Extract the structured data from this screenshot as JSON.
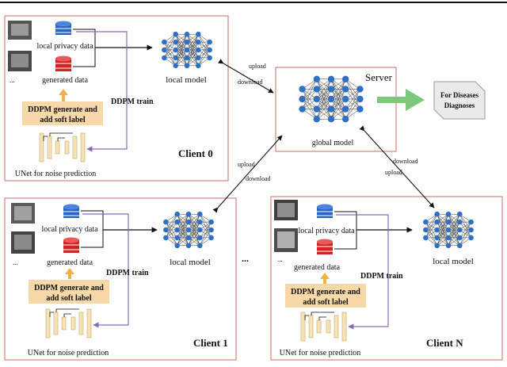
{
  "clients": [
    {
      "title": "Client 0",
      "privacy_label": "local privacy data",
      "generated_label": "generated data",
      "ellipsis": "...",
      "ddpm_label_line1": "DDPM generate and",
      "ddpm_label_line2": "add soft label",
      "ddpm_train": "DDPM train",
      "unet_label": "UNet for noise prediction",
      "model_label": "local model"
    },
    {
      "title": "Client 1",
      "privacy_label": "local privacy data",
      "generated_label": "generated data",
      "ellipsis": "...",
      "ddpm_label_line1": "DDPM generate and",
      "ddpm_label_line2": "add soft label",
      "ddpm_train": "DDPM train",
      "unet_label": "UNet for noise prediction",
      "model_label": "local model"
    },
    {
      "title": "Client N",
      "privacy_label": "local privacy data",
      "generated_label": "generated data",
      "ellipsis": "...",
      "ddpm_label_line1": "DDPM generate and",
      "ddpm_label_line2": "add soft label",
      "ddpm_train": "DDPM train",
      "unet_label": "UNet for noise prediction",
      "model_label": "local model"
    }
  ],
  "server": {
    "title": "Server",
    "model_label": "global model"
  },
  "output": {
    "line1": "For Diseases",
    "line2": "Diagnoses"
  },
  "links": {
    "upload": "upload",
    "download": "download",
    "middle_ellipsis": "..."
  },
  "colors": {
    "panel_border": "#d8827f",
    "node": "#2f6fc4",
    "db_blue": "#2a63c0",
    "db_red": "#d32424",
    "ddpm_box": "#f7d8a8",
    "unet_block": "#f8e3b4",
    "arrow_purple": "#8a6bb3",
    "arrow_orange": "#f0b24a",
    "output_arrow": "#7cc97c",
    "output_box": "#eaeaea"
  }
}
